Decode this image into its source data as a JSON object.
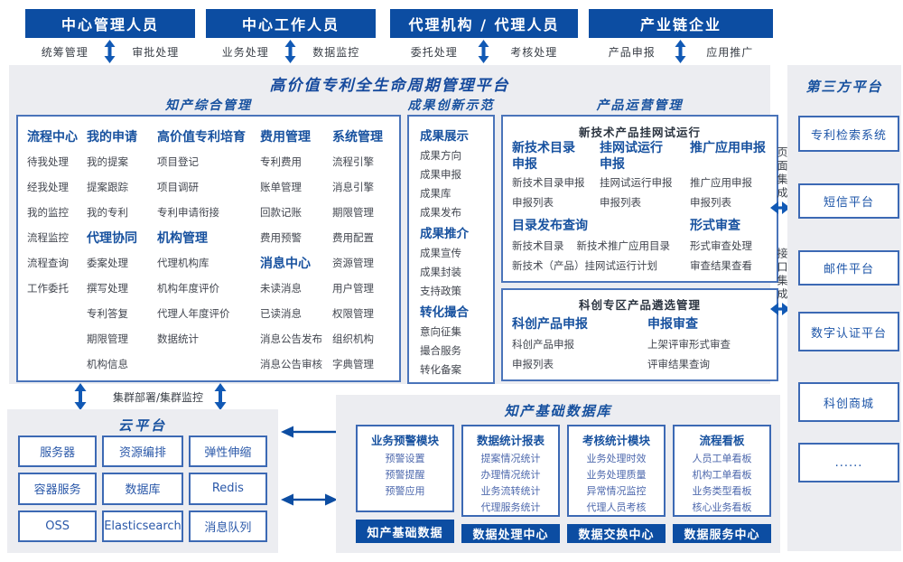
{
  "colors": {
    "navy_header": "#0c4da2",
    "section_blue": "#17519f",
    "item_gray": "#42464f",
    "border_blue": "#4a74ba",
    "panel_gray": "#ecedf1",
    "db_item_blue": "#4d68ad",
    "arrow_blue": "#1159b5"
  },
  "roles": [
    {
      "label": "中心管理人员",
      "left": "统筹管理",
      "right": "审批处理"
    },
    {
      "label": "中心工作人员",
      "left": "业务处理",
      "right": "数据监控"
    },
    {
      "label": "代理机构 / 代理人员",
      "left": "委托处理",
      "right": "考核处理"
    },
    {
      "label": "产业链企业",
      "left": "产品申报",
      "right": "应用推广"
    }
  ],
  "platform": {
    "title": "高价值专利全生命周期管理平台"
  },
  "ip_mgmt": {
    "title": "知产综合管理",
    "cols": [
      {
        "groups": [
          {
            "h": "流程中心",
            "items": [
              "待我处理",
              "经我处理",
              "我的监控",
              "流程监控",
              "流程查询",
              "工作委托"
            ]
          }
        ]
      },
      {
        "groups": [
          {
            "h": "我的申请",
            "items": [
              "我的提案",
              "提案跟踪",
              "我的专利"
            ]
          },
          {
            "h": "代理协同",
            "items": [
              "委案处理",
              "撰写处理",
              "专利答复",
              "期限管理",
              "机构信息"
            ]
          }
        ]
      },
      {
        "groups": [
          {
            "h": "高价值专利培育",
            "items": [
              "项目登记",
              "项目调研",
              "专利申请衔接"
            ]
          },
          {
            "h": "机构管理",
            "items": [
              "代理机构库",
              "机构年度评价",
              "代理人年度评价",
              "数据统计"
            ]
          }
        ]
      },
      {
        "groups": [
          {
            "h": "费用管理",
            "items": [
              "专利费用",
              "账单管理",
              "回款记账",
              "费用预警"
            ]
          },
          {
            "h": "消息中心",
            "items": [
              "未读消息",
              "已读消息",
              "消息公告发布",
              "消息公告审核"
            ]
          }
        ]
      },
      {
        "groups": [
          {
            "h": "系统管理",
            "items": [
              "流程引擎",
              "消息引擎",
              "期限管理",
              "费用配置",
              "资源管理",
              "用户管理",
              "权限管理",
              "组织机构",
              "字典管理"
            ]
          }
        ]
      }
    ]
  },
  "achievement": {
    "title": "成果创新示范",
    "groups": [
      {
        "h": "成果展示",
        "items": [
          "成果方向",
          "成果申报",
          "成果库",
          "成果发布"
        ]
      },
      {
        "h": "成果推介",
        "items": [
          "成果宣传",
          "成果封装",
          "支持政策"
        ]
      },
      {
        "h": "转化撮合",
        "items": [
          "意向征集",
          "撮合服务",
          "转化备案"
        ]
      }
    ]
  },
  "product_ops": {
    "title": "产品运营管理",
    "box1": {
      "title": "新技术产品挂网试运行",
      "groups": [
        {
          "h": "新技术目录申报",
          "items": [
            "新技术目录申报",
            "申报列表"
          ]
        },
        {
          "h": "挂网试运行申报",
          "items": [
            "挂网试运行申报",
            "申报列表"
          ]
        },
        {
          "h": "推广应用申报",
          "items": [
            "推广应用申报",
            "申报列表"
          ]
        }
      ],
      "catalog": {
        "h": "目录发布查询",
        "line1a": "新技术目录",
        "line1b": "新技术推广应用目录",
        "line2": "新技术（产品）挂网试运行计划"
      },
      "review": {
        "h": "形式审查",
        "items": [
          "形式审查处理",
          "审查结果查看"
        ]
      }
    },
    "box2": {
      "title": "科创专区产品遴选管理",
      "groups": [
        {
          "h": "科创产品申报",
          "items": [
            "科创产品申报",
            "申报列表"
          ]
        },
        {
          "h": "申报审查",
          "items": [
            "上架评审形式审查",
            "评审结果查询"
          ]
        }
      ]
    }
  },
  "integration": {
    "page": "页面集成",
    "api": "接口集成"
  },
  "third_party": {
    "title": "第三方平台",
    "items": [
      "专利检索系统",
      "短信平台",
      "邮件平台",
      "数字认证平台",
      "科创商城",
      "......"
    ]
  },
  "cluster_label": "集群部署/集群监控",
  "cloud": {
    "title": "云平台",
    "items": [
      "服务器",
      "资源编排",
      "弹性伸缩",
      "容器服务",
      "数据库",
      "Redis",
      "OSS",
      "Elasticsearch",
      "消息队列"
    ]
  },
  "ip_db": {
    "title": "知产基础数据库",
    "modules": [
      {
        "h": "业务预警模块",
        "items": [
          "预警设置",
          "预警提醒",
          "预警应用"
        ],
        "footer": "知产基础数据"
      },
      {
        "h": "数据统计报表",
        "items": [
          "提案情况统计",
          "办理情况统计",
          "业务流转统计",
          "代理服务统计"
        ],
        "footer": "数据处理中心"
      },
      {
        "h": "考核统计模块",
        "items": [
          "业务处理时效",
          "业务处理质量",
          "异常情况监控",
          "代理人员考核"
        ],
        "footer": "数据交换中心"
      },
      {
        "h": "流程看板",
        "items": [
          "人员工单看板",
          "机构工单看板",
          "业务类型看板",
          "核心业务看板"
        ],
        "footer": "数据服务中心"
      }
    ]
  }
}
